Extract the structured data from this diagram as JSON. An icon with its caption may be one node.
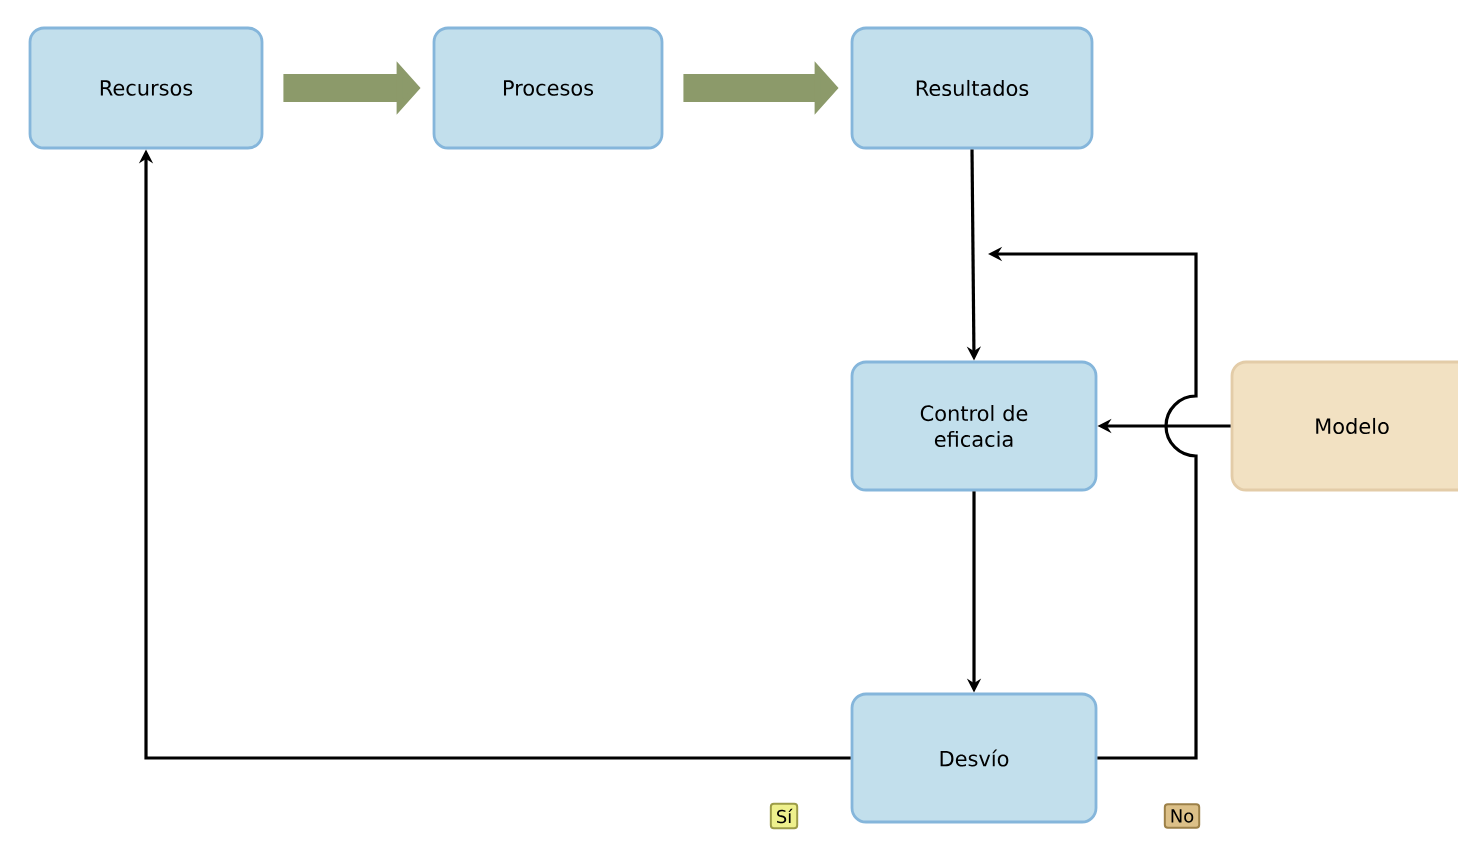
{
  "diagram": {
    "nodes": [
      {
        "text": [
          "Recursos"
        ]
      },
      {
        "text": [
          "Procesos"
        ]
      },
      {
        "text": [
          "Resultados"
        ]
      },
      {
        "text": [
          "Control de eficacia"
        ]
      },
      {
        "text": [
          "Modelo"
        ]
      },
      {
        "text": [
          "Desvío"
        ]
      }
    ],
    "edges": [
      {
        "from": 0,
        "to": 1,
        "arrow": "to",
        "style": "thick",
        "color": "#8c9a6a"
      },
      {
        "from": 1,
        "to": 2,
        "arrow": "to",
        "style": "thick",
        "color": "#8c9a6a"
      },
      {
        "from": 2,
        "to": 3,
        "arrow": "to"
      },
      {
        "from": 4,
        "to": 3,
        "arrow": "to"
      },
      {
        "from": 3,
        "to": 5,
        "arrow": "to"
      },
      {
        "from": 5,
        "to": 0,
        "arrow": "to",
        "label": "Sí"
      },
      {
        "from": 5,
        "to": 3,
        "arrow": "to",
        "label": "No"
      }
    ]
  }
}
